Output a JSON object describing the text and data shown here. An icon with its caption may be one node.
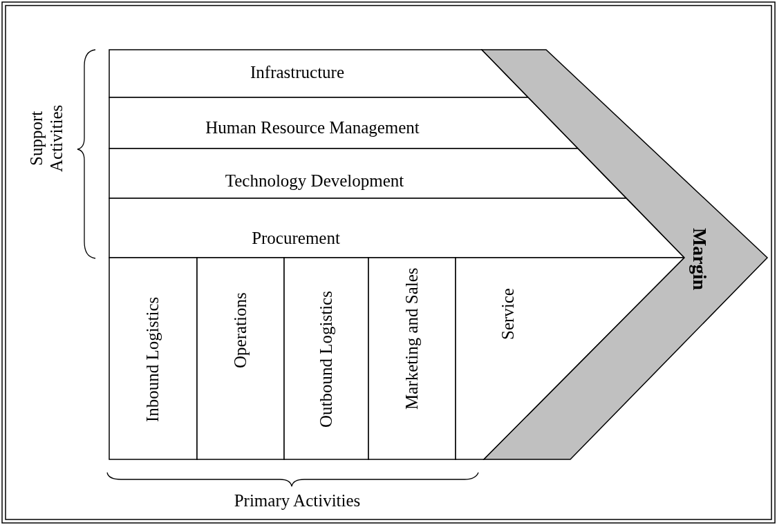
{
  "diagram": {
    "nodes": [
      {
        "text": [
          "Infrastructure"
        ]
      },
      {
        "text": [
          "Human Resource Management"
        ]
      },
      {
        "text": [
          "Technology Development"
        ]
      },
      {
        "text": [
          "Procurement"
        ]
      },
      {
        "text": [
          "Inbound Logistics"
        ]
      },
      {
        "text": [
          "Operations"
        ]
      },
      {
        "text": [
          "Outbound Logistics"
        ]
      },
      {
        "text": [
          "Marketing and Sales"
        ]
      },
      {
        "text": [
          "Service"
        ]
      },
      {
        "text": [
          "Margin"
        ]
      }
    ],
    "labels": [
      "Support Activities",
      "Primary Activities"
    ]
  }
}
